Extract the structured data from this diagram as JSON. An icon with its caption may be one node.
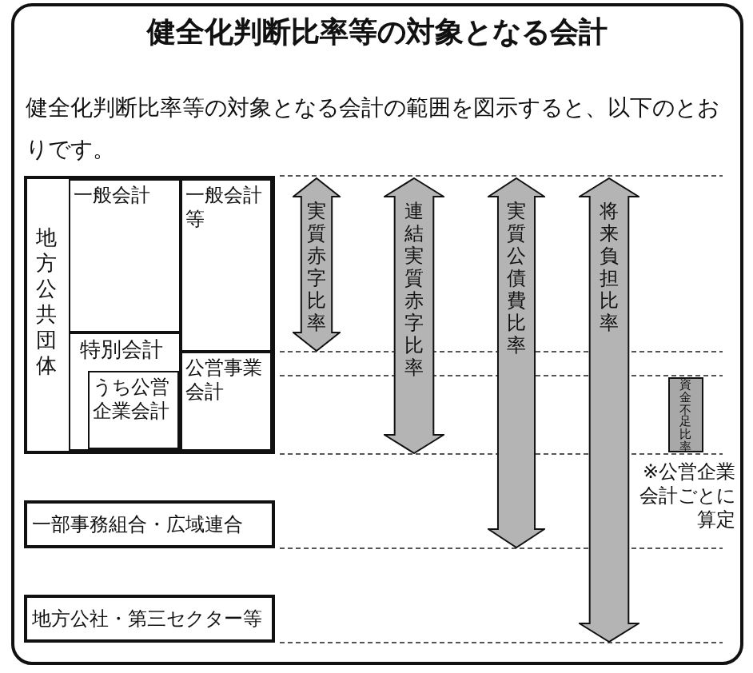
{
  "diagram": {
    "title": "健全化判断比率等の対象となる会計",
    "nodes": [
      {
        "text": [
          "地方公共団体"
        ]
      },
      {
        "text": [
          "一般会計"
        ],
        "in": 0
      },
      {
        "text": [
          "特別会計"
        ],
        "in": 0
      },
      {
        "text": [
          "うち公営企業会計"
        ],
        "in": 2
      },
      {
        "text": [
          "一般会計等"
        ],
        "in": 0
      },
      {
        "text": [
          "公営事業会計"
        ],
        "in": 0
      },
      {
        "text": [
          "一部事務組合・広域連合"
        ]
      },
      {
        "text": [
          "地方公社・第三セクター等"
        ]
      },
      {
        "text": [
          "実質赤字比率"
        ]
      },
      {
        "text": [
          "連結実質赤字比率"
        ]
      },
      {
        "text": [
          "実質公債費比率"
        ]
      },
      {
        "text": [
          "将来負担比率"
        ]
      },
      {
        "text": [
          "資金不足比率"
        ],
        "beside": [
          "※公営企業会計ごとに算定"
        ]
      }
    ],
    "labels": [
      "健全化判断比率等の対象となる会計の範囲を図示すると、以下のとおりです。"
    ]
  }
}
